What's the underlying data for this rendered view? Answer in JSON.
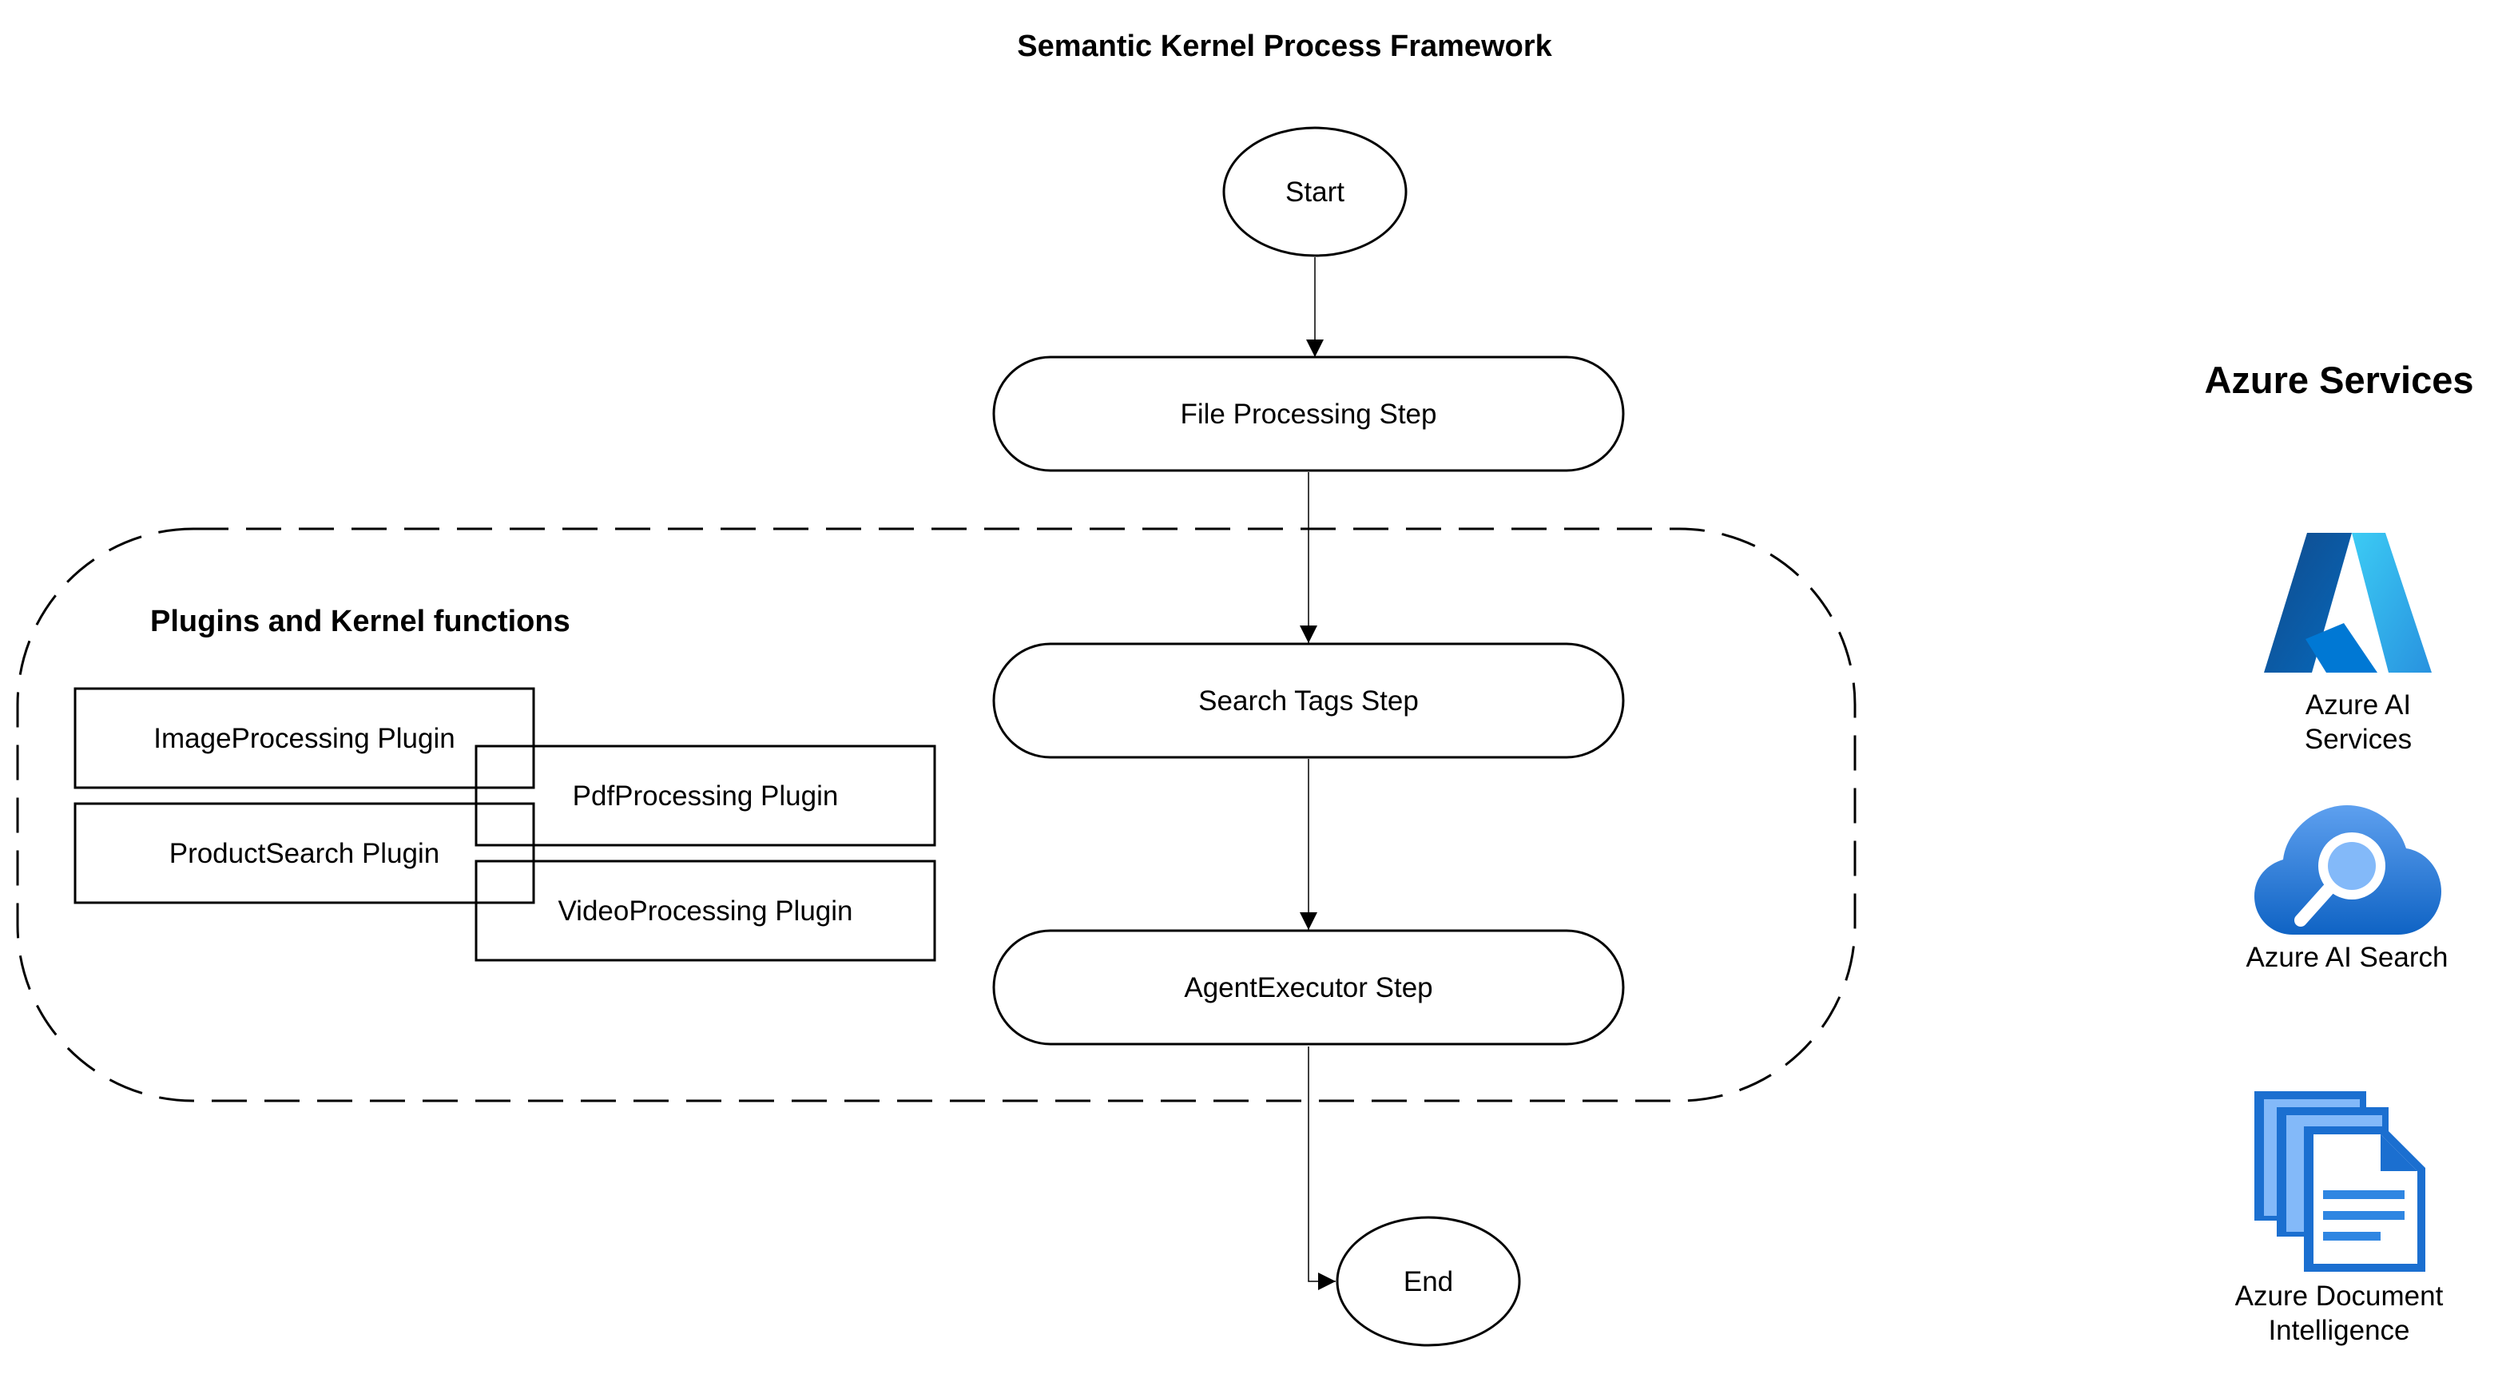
{
  "diagram": {
    "title": "Semantic Kernel Process Framework",
    "flow": {
      "start": "Start",
      "file_step": "File Processing Step",
      "search_step": "Search Tags Step",
      "agent_step": "AgentExecutor Step",
      "end": "End"
    },
    "plugins_group": {
      "title": "Plugins and Kernel functions",
      "items": [
        "ImageProcessing Plugin",
        "PdfProcessing Plugin",
        "ProductSearch Plugin",
        "VideoProcessing Plugin"
      ]
    },
    "azure": {
      "title": "Azure Services",
      "services": [
        {
          "icon": "azure-ai-services-icon",
          "label_lines": [
            "Azure AI",
            "Services"
          ]
        },
        {
          "icon": "azure-ai-search-icon",
          "label_lines": [
            "Azure AI Search"
          ]
        },
        {
          "icon": "azure-document-intelligence-icon",
          "label_lines": [
            "Azure Document",
            "Intelligence"
          ]
        }
      ]
    },
    "colors": {
      "line": "#000000",
      "azure_dark": "#114A8B",
      "azure_blue": "#0078D4",
      "azure_light": "#50E6FF",
      "search_blue": "#3A96DD",
      "doc_light": "#83B9F9"
    }
  }
}
